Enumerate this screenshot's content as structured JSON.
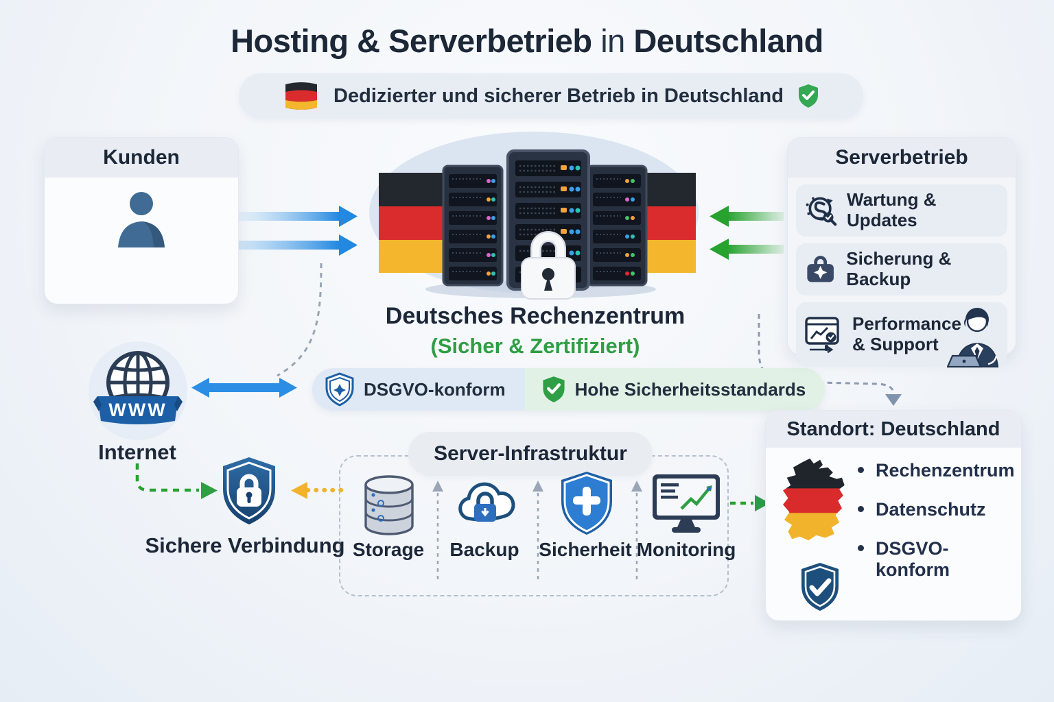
{
  "title": {
    "bold1": "Hosting & Serverbetrieb",
    "mid": " in ",
    "bold2": "Deutschland"
  },
  "subtitle": {
    "label": "Dedizierter und sicherer Betrieb in Deutschland",
    "flag_icon": "german-flag-icon",
    "shield_icon": "green-shield-check-icon"
  },
  "kunden": {
    "title": "Kunden",
    "icon": "person-icon"
  },
  "datacenter": {
    "name": "Deutsches Rechenzentrum",
    "status": "(Sicher & Zertifiziert)",
    "badges": [
      {
        "label": "DSGVO-konform",
        "icon": "blue-shield-star-icon",
        "bg": "#dfe9f6"
      },
      {
        "label": "Hohe Sicherheitsstandards",
        "icon": "green-shield-check-icon",
        "bg": "#e2f1e5"
      }
    ]
  },
  "serverbetrieb": {
    "title": "Serverbetrieb",
    "items": [
      {
        "label": "Wartung & Updates",
        "icon": "sync-magnifier-icon"
      },
      {
        "label": "Sicherung & Backup",
        "icon": "toolbox-icon"
      },
      {
        "label": "Performance & Support",
        "icon": "monitor-chart-icon",
        "extra_icon": "support-agent-icon"
      }
    ]
  },
  "internet": {
    "label": "Internet",
    "www": "WWW",
    "icon": "globe-www-icon"
  },
  "secure": {
    "label": "Sichere Verbindung",
    "icon": "shield-lock-icon"
  },
  "infrastruktur": {
    "title": "Server-Infrastruktur",
    "items": [
      {
        "label": "Storage",
        "icon": "database-icon"
      },
      {
        "label": "Backup",
        "icon": "cloud-lock-icon"
      },
      {
        "label": "Sicherheit",
        "icon": "shield-plus-icon"
      },
      {
        "label": "Monitoring",
        "icon": "monitor-graph-icon"
      }
    ]
  },
  "standort": {
    "title": "Standort: Deutschland",
    "bullets": [
      "Rechenzentrum",
      "Datenschutz",
      "DSGVO-konform"
    ],
    "map_icon": "germany-map-flag-icon",
    "shield_icon": "navy-shield-check-icon"
  },
  "colors": {
    "accent_blue": "#2b8de4",
    "accent_green": "#27a22f",
    "accent_yellow": "#f2b22e",
    "navy_text": "#1c2738",
    "green_text": "#2f9e44",
    "flag_black": "#23272e",
    "flag_red": "#da2c2c",
    "flag_gold": "#f4b62d"
  }
}
